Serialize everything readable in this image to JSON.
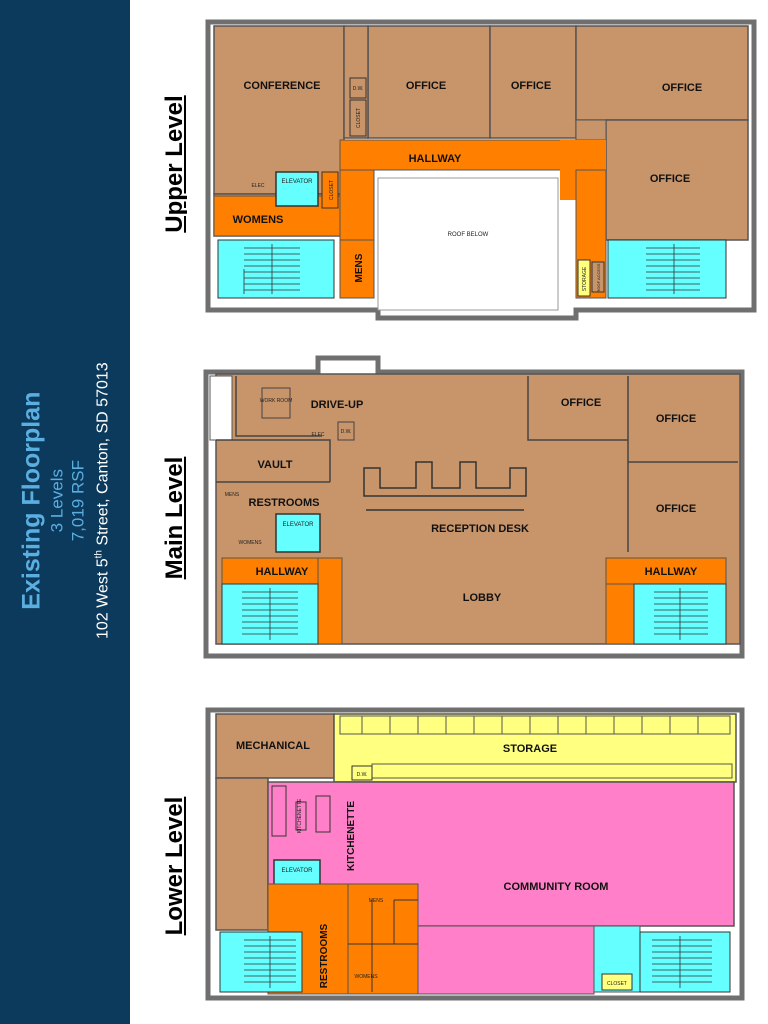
{
  "sidebar": {
    "title": "Existing Floorplan",
    "levels": "3 Levels",
    "rsf": "7,019 RSF",
    "address_prefix": "102 West 5",
    "address_sup": "th",
    "address_suffix": " Street, Canton, SD 57013"
  },
  "levels": {
    "upper": "Upper Level",
    "main": "Main Level",
    "lower": "Lower Level"
  },
  "upper_rooms": {
    "conference": "CONFERENCE",
    "office1": "OFFICE",
    "office2": "OFFICE",
    "office3": "OFFICE",
    "office4": "OFFICE",
    "hallway": "HALLWAY",
    "womens": "WOMENS",
    "mens": "MENS",
    "elevator": "ELEVATOR",
    "closet1": "CLOSET",
    "closet2": "CLOSET",
    "dw": "D.W.",
    "elec": "ELEC",
    "roof_below": "ROOF BELOW",
    "storage": "STORAGE",
    "roof_access": "ROOF ACCESS"
  },
  "main_rooms": {
    "drive_up": "DRIVE-UP",
    "work_room": "WORK ROOM",
    "vault": "VAULT",
    "restrooms": "RESTROOMS",
    "mens": "MENS",
    "womens": "WOMENS",
    "elevator": "ELEVATOR",
    "hallway_left": "HALLWAY",
    "hallway_right": "HALLWAY",
    "reception": "RECEPTION DESK",
    "lobby": "LOBBY",
    "office1": "OFFICE",
    "office2": "OFFICE",
    "office3": "OFFICE",
    "elec": "ELEC",
    "dw": "D.W."
  },
  "lower_rooms": {
    "mechanical": "MECHANICAL",
    "storage": "STORAGE",
    "dw": "D.W.",
    "kitchenette": "KITCHENETTE",
    "kitchenette_small": "KITCHENETTE",
    "community": "COMMUNITY ROOM",
    "elevator": "ELEVATOR",
    "restrooms": "RESTROOMS",
    "mens": "MENS",
    "womens": "WOMENS",
    "closet": "CLOSET"
  },
  "colors": {
    "sidebar": "#0b3a5c",
    "tan": "#c8956b",
    "orange": "#ff8000",
    "cyan": "#66ffff",
    "yellow": "#ffff80",
    "pink": "#ff80c8",
    "wall": "#6f6f6f"
  }
}
